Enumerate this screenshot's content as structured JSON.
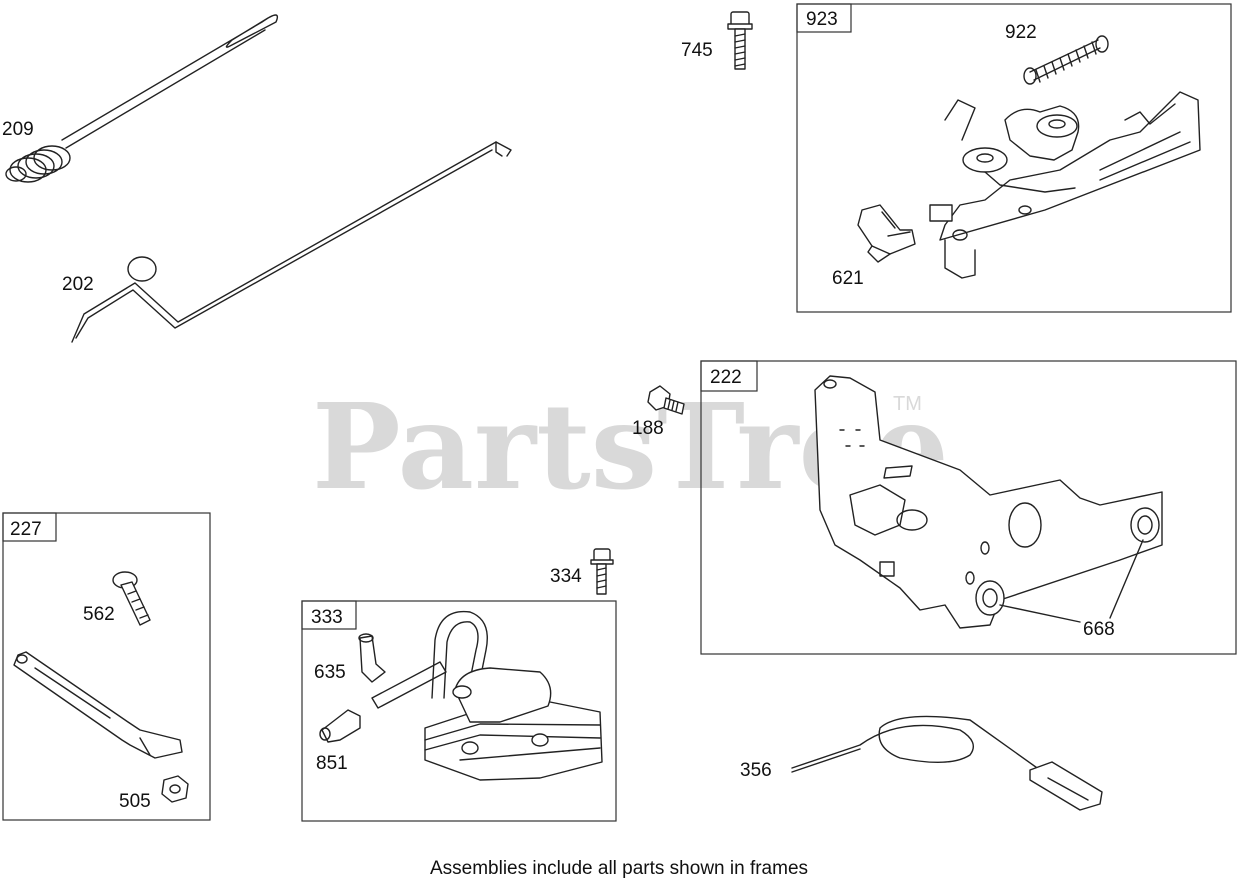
{
  "watermark": {
    "text": "PartsTree",
    "tm": "TM"
  },
  "caption": "Assemblies include all parts shown in frames",
  "callouts": {
    "p209": "209",
    "p202": "202",
    "p745": "745",
    "p923": "923",
    "p922": "922",
    "p621": "621",
    "p188": "188",
    "p222": "222",
    "p668": "668",
    "p227": "227",
    "p562": "562",
    "p505": "505",
    "p334": "334",
    "p333": "333",
    "p635": "635",
    "p851": "851",
    "p356": "356"
  }
}
